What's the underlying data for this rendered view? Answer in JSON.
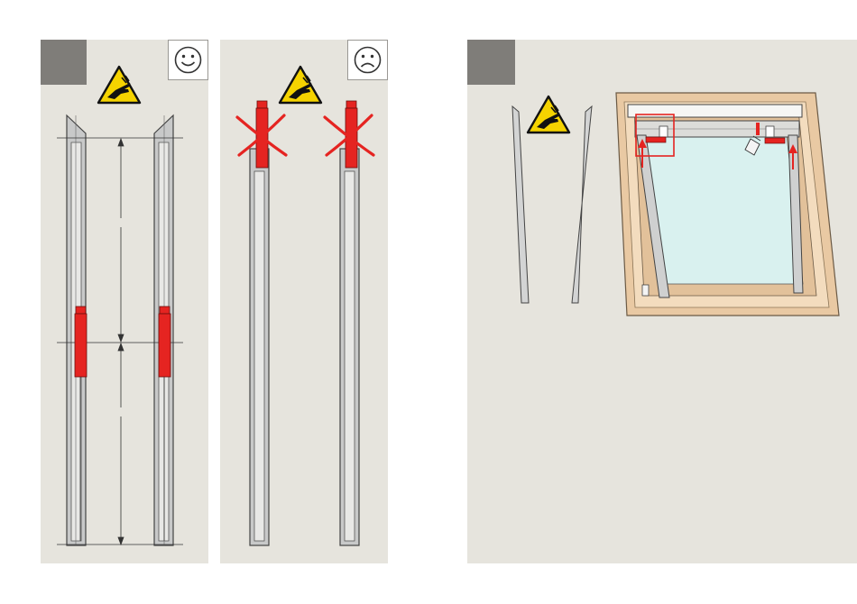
{
  "colors": {
    "page_background": "#ffffff",
    "panel_background": "#e6e4dd",
    "step_badge": "#7f7d79",
    "rail_fill": "#c8c9c9",
    "rail_outline": "#444444",
    "part_red": "#e52421",
    "warning_yellow": "#f5d300",
    "frame_wood": "#e9c9a3",
    "glass_tint": "#d9f1ef"
  },
  "panels": [
    {
      "id": "step-1a",
      "badge": "step-number-badge",
      "face_icon": "smiley-face-icon",
      "warning_icon": "hand-crush-warning-icon",
      "meaning": "correct"
    },
    {
      "id": "step-1b",
      "face_icon": "sad-face-icon",
      "warning_icon": "hand-crush-warning-icon",
      "meaning": "incorrect",
      "mark_icon": "red-cross-icon"
    },
    {
      "id": "step-2",
      "badge": "step-number-badge",
      "warning_icon": "hand-crush-warning-icon",
      "illustration": "roof-window-with-side-rails",
      "arrow_icon": "up-arrow-icon"
    }
  ]
}
